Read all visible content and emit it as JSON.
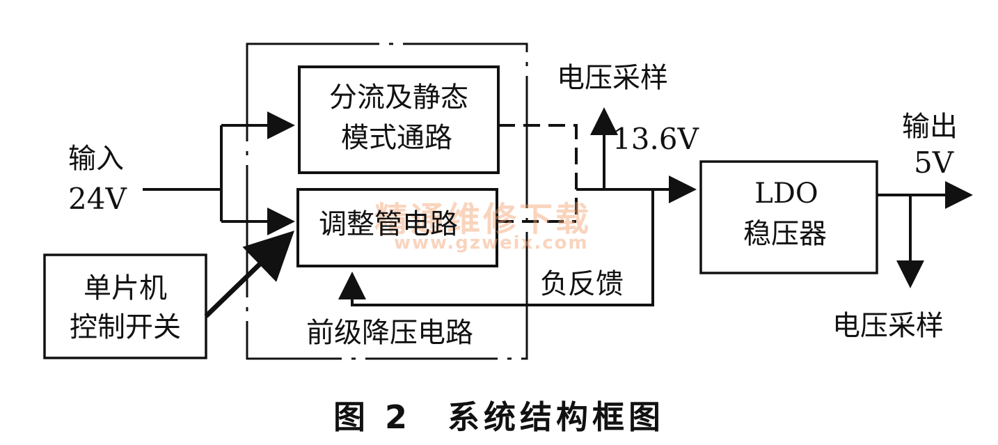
{
  "diagram": {
    "blocks": {
      "shunt": {
        "line1": "分流及静态",
        "line2": "模式通路"
      },
      "regulator": {
        "label": "调整管电路"
      },
      "mcu": {
        "line1": "单片机",
        "line2": "控制开关"
      },
      "ldo": {
        "line1": "LDO",
        "line2": "稳压器"
      },
      "prestage": {
        "label": "前级降压电路"
      }
    },
    "labels": {
      "input_name": "输入",
      "input_voltage": "24V",
      "voltage_sampling_top": "电压采样",
      "mid_voltage": "13.6V",
      "negative_feedback": "负反馈",
      "output_name": "输出",
      "output_voltage": "5V",
      "voltage_sampling_bottom": "电压采样"
    },
    "watermark": {
      "line1": "精通维修下载",
      "line2": "www.gzweix.com"
    },
    "caption": "图 2　系统结构框图"
  },
  "colors": {
    "ink": "#111111",
    "watermark": "#f2a26e",
    "background": "#ffffff"
  }
}
